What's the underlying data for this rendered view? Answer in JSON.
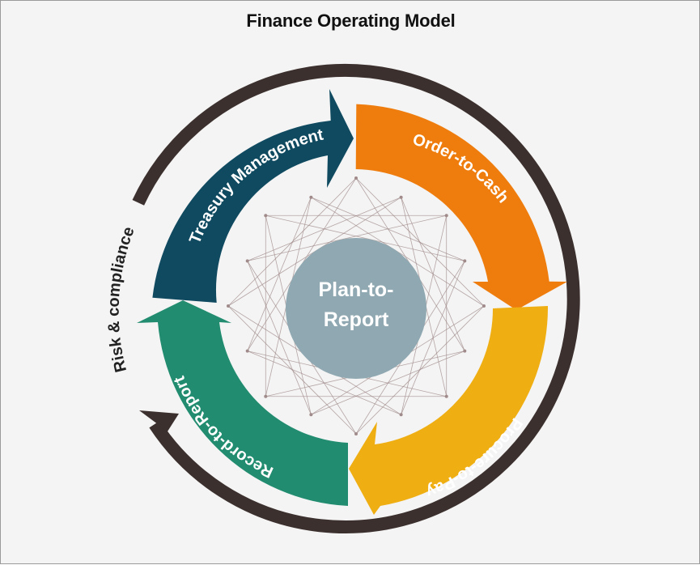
{
  "title": "Finance Operating Model",
  "center": {
    "line1": "Plan-to-",
    "line2": "Report",
    "color": "#8fa8b1"
  },
  "outer_ring": {
    "label": "Risk & compliance",
    "color": "#3b302d"
  },
  "segments": [
    {
      "label": "Treasury Management",
      "color": "#0f4a60"
    },
    {
      "label": "Order-to-Cash",
      "color": "#ef7d0e"
    },
    {
      "label": "Procure-to-Pay",
      "color": "#efae12"
    },
    {
      "label": "Record-to-Report",
      "color": "#218c6f"
    }
  ],
  "network_color": "#a08a8a"
}
